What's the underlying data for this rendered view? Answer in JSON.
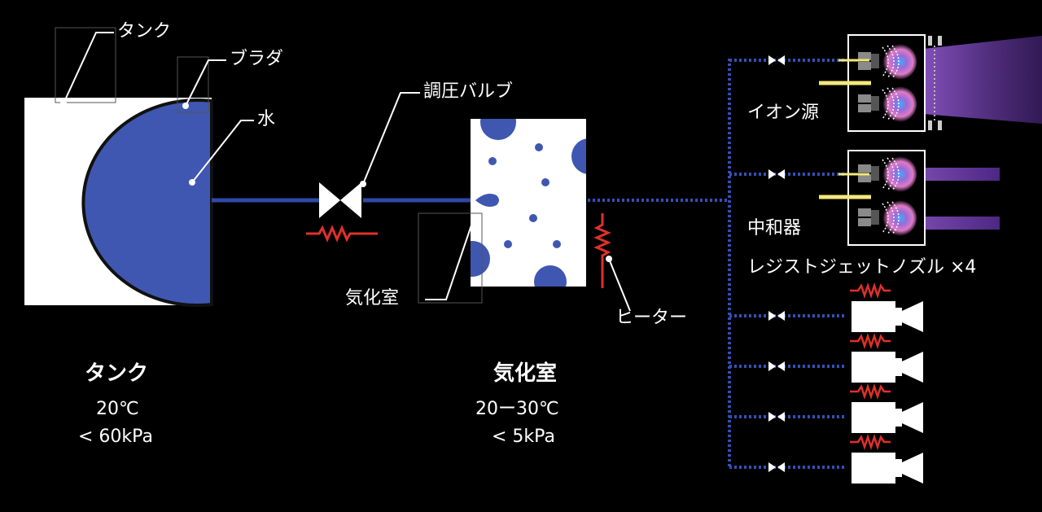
{
  "colors": {
    "background": "#000000",
    "water": "#3f57b1",
    "pipe": "#2f49a8",
    "pipe_dots": "#3550b8",
    "heater": "#e0302a",
    "white": "#ffffff",
    "plume": "#7b4bb3",
    "beam": "#f4e87a"
  },
  "labels": {
    "tank": "タンク",
    "bladder": "ブラダ",
    "water": "水",
    "valve": "調圧バルブ",
    "vaporizer": "気化室",
    "heater": "ヒーター",
    "ion_source": "イオン源",
    "neutralizer": "中和器",
    "resistojet": "レジストジェットノズル ×4"
  },
  "tank_spec": {
    "title": "タンク",
    "temp": "20℃",
    "pressure": "< 60kPa"
  },
  "vaporizer_spec": {
    "title": "気化室",
    "temp": "20ー30℃",
    "pressure": "< 5kPa"
  }
}
